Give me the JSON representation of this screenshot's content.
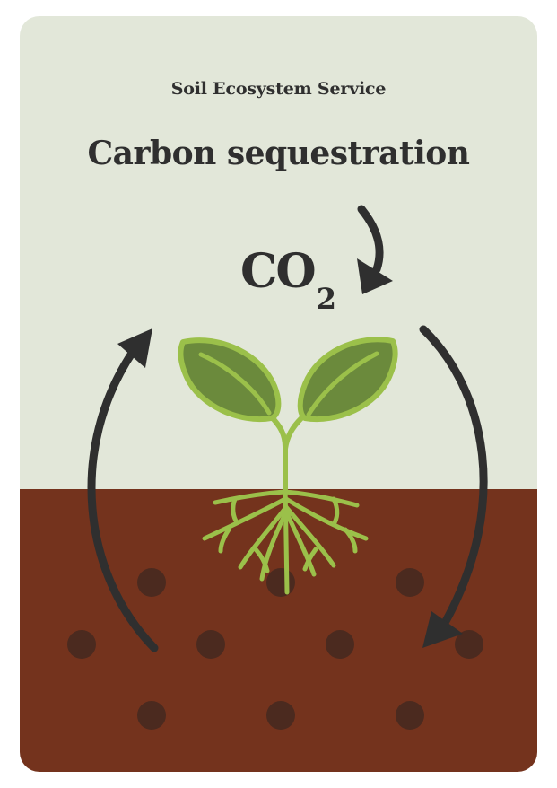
{
  "card": {
    "subtitle": "Soil Ecosystem Service",
    "title": "Carbon sequestration"
  },
  "molecule": {
    "symbol": "CO",
    "subscript": "2"
  },
  "colors": {
    "sky": "#e2e7d9",
    "soil": "#74331d",
    "soil_particle": "#4b2a1f",
    "arrow": "#2f2f2f",
    "leaf_fill": "#6b8a3c",
    "leaf_outline": "#9bc04a",
    "stem": "#9bc04a",
    "text": "#2f2f2f"
  },
  "icons": [
    "carbon-cycle-arrow",
    "seedling-icon",
    "roots-icon",
    "soil-particle"
  ]
}
